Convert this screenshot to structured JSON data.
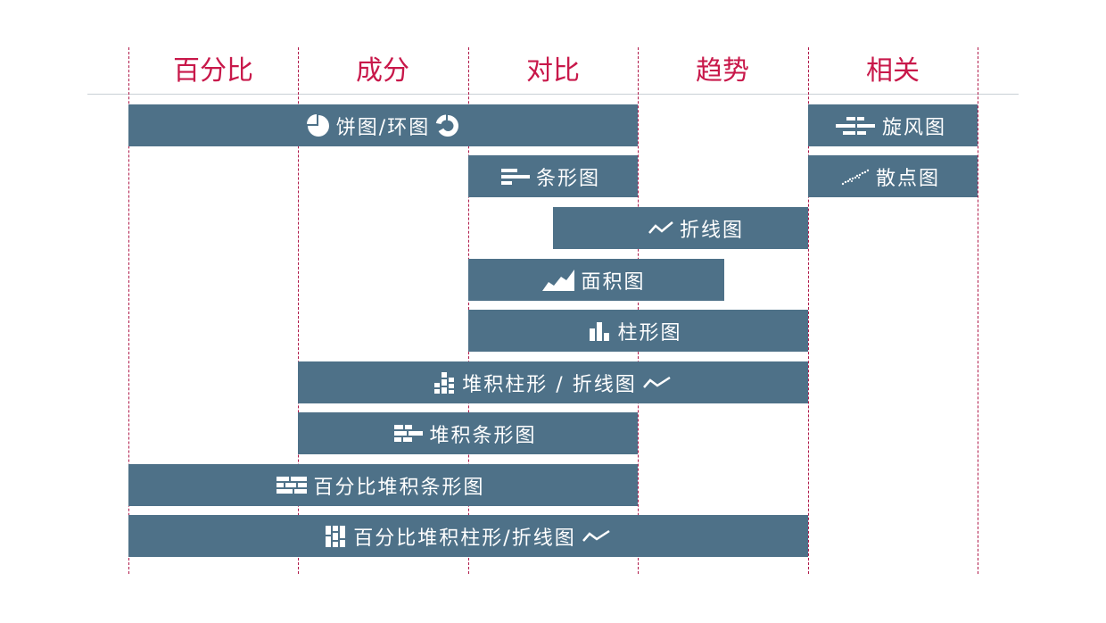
{
  "columns": [
    "百分比",
    "成分",
    "对比",
    "趋势",
    "相关"
  ],
  "colors": {
    "header_text": "#c8184a",
    "bar_fill": "#4e7188",
    "bar_text": "#ffffff",
    "divider": "#b01a4a",
    "rule": "#c9d0d6"
  },
  "bars": [
    {
      "label": "饼图/环图",
      "icon": "pie-icon",
      "icon_after": "donut-icon"
    },
    {
      "label": "旋风图",
      "icon": "tornado-icon"
    },
    {
      "label": "条形图",
      "icon": "bar-chart-icon"
    },
    {
      "label": "散点图",
      "icon": "scatter-icon"
    },
    {
      "label": "折线图",
      "icon": "line-chart-icon"
    },
    {
      "label": "面积图",
      "icon": "area-chart-icon"
    },
    {
      "label": "柱形图",
      "icon": "column-chart-icon"
    },
    {
      "label": "堆积柱形 / 折线图",
      "icon": "stacked-column-icon",
      "icon_after": "line-chart-icon"
    },
    {
      "label": "堆积条形图",
      "icon": "stacked-bar-icon"
    },
    {
      "label": "百分比堆积条形图",
      "icon": "percent-stacked-bar-icon"
    },
    {
      "label": "百分比堆积柱形/折线图",
      "icon": "percent-stacked-column-icon",
      "icon_after": "line-chart-icon"
    }
  ]
}
